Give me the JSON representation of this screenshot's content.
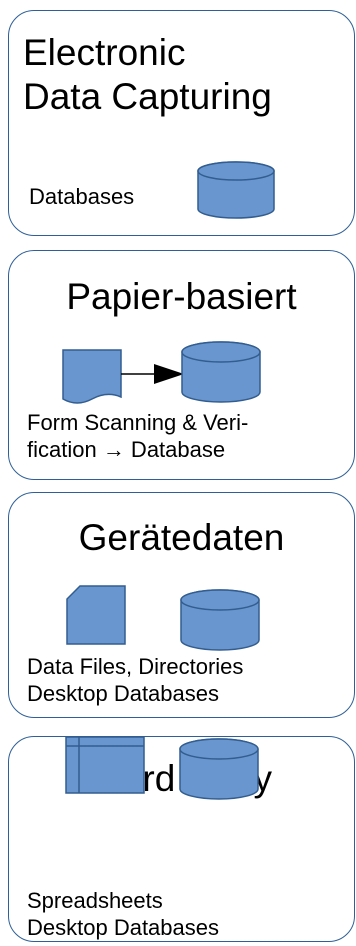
{
  "cards": [
    {
      "title_lines": [
        "Electronic",
        "Data Capturing"
      ],
      "body_lines": [
        "Databases"
      ],
      "icons": [
        "database-icon"
      ]
    },
    {
      "title_lines": [
        "Papier-basiert"
      ],
      "body_lines": [
        "Form Scanning & Veri-",
        "fication → Database"
      ],
      "icons": [
        "document-icon",
        "arrow-right-icon",
        "database-icon"
      ]
    },
    {
      "title_lines": [
        "Gerätedaten"
      ],
      "body_lines": [
        "Data Files, Directories",
        "Desktop Databases"
      ],
      "icons": [
        "file-icon",
        "database-icon"
      ]
    },
    {
      "title_lines": [
        "Third Party"
      ],
      "body_lines": [
        "Spreadsheets",
        "Desktop Databases"
      ],
      "icons": [
        "spreadsheet-icon",
        "database-icon"
      ]
    }
  ],
  "colors": {
    "border": "#2e5f97",
    "shape_fill": "#6a96d0",
    "shape_stroke": "#325d8f"
  }
}
